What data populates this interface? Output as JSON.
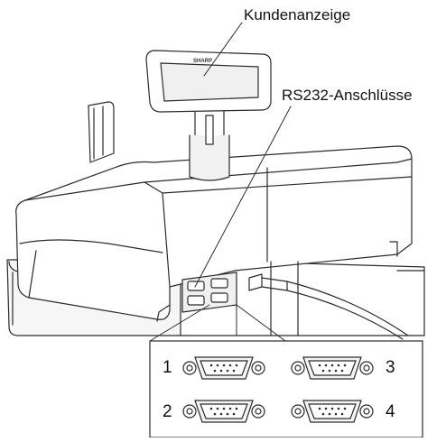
{
  "labels": {
    "customer_display": "Kundenanzeige",
    "rs232_ports": "RS232-Anschlüsse"
  },
  "brand": "SHARP",
  "ports": [
    "1",
    "2",
    "3",
    "4"
  ],
  "colors": {
    "line": "#2b2b2b",
    "body_fill": "#ffffff",
    "shade": "#e9e9e9",
    "connector_face": "#f4f4f4"
  }
}
